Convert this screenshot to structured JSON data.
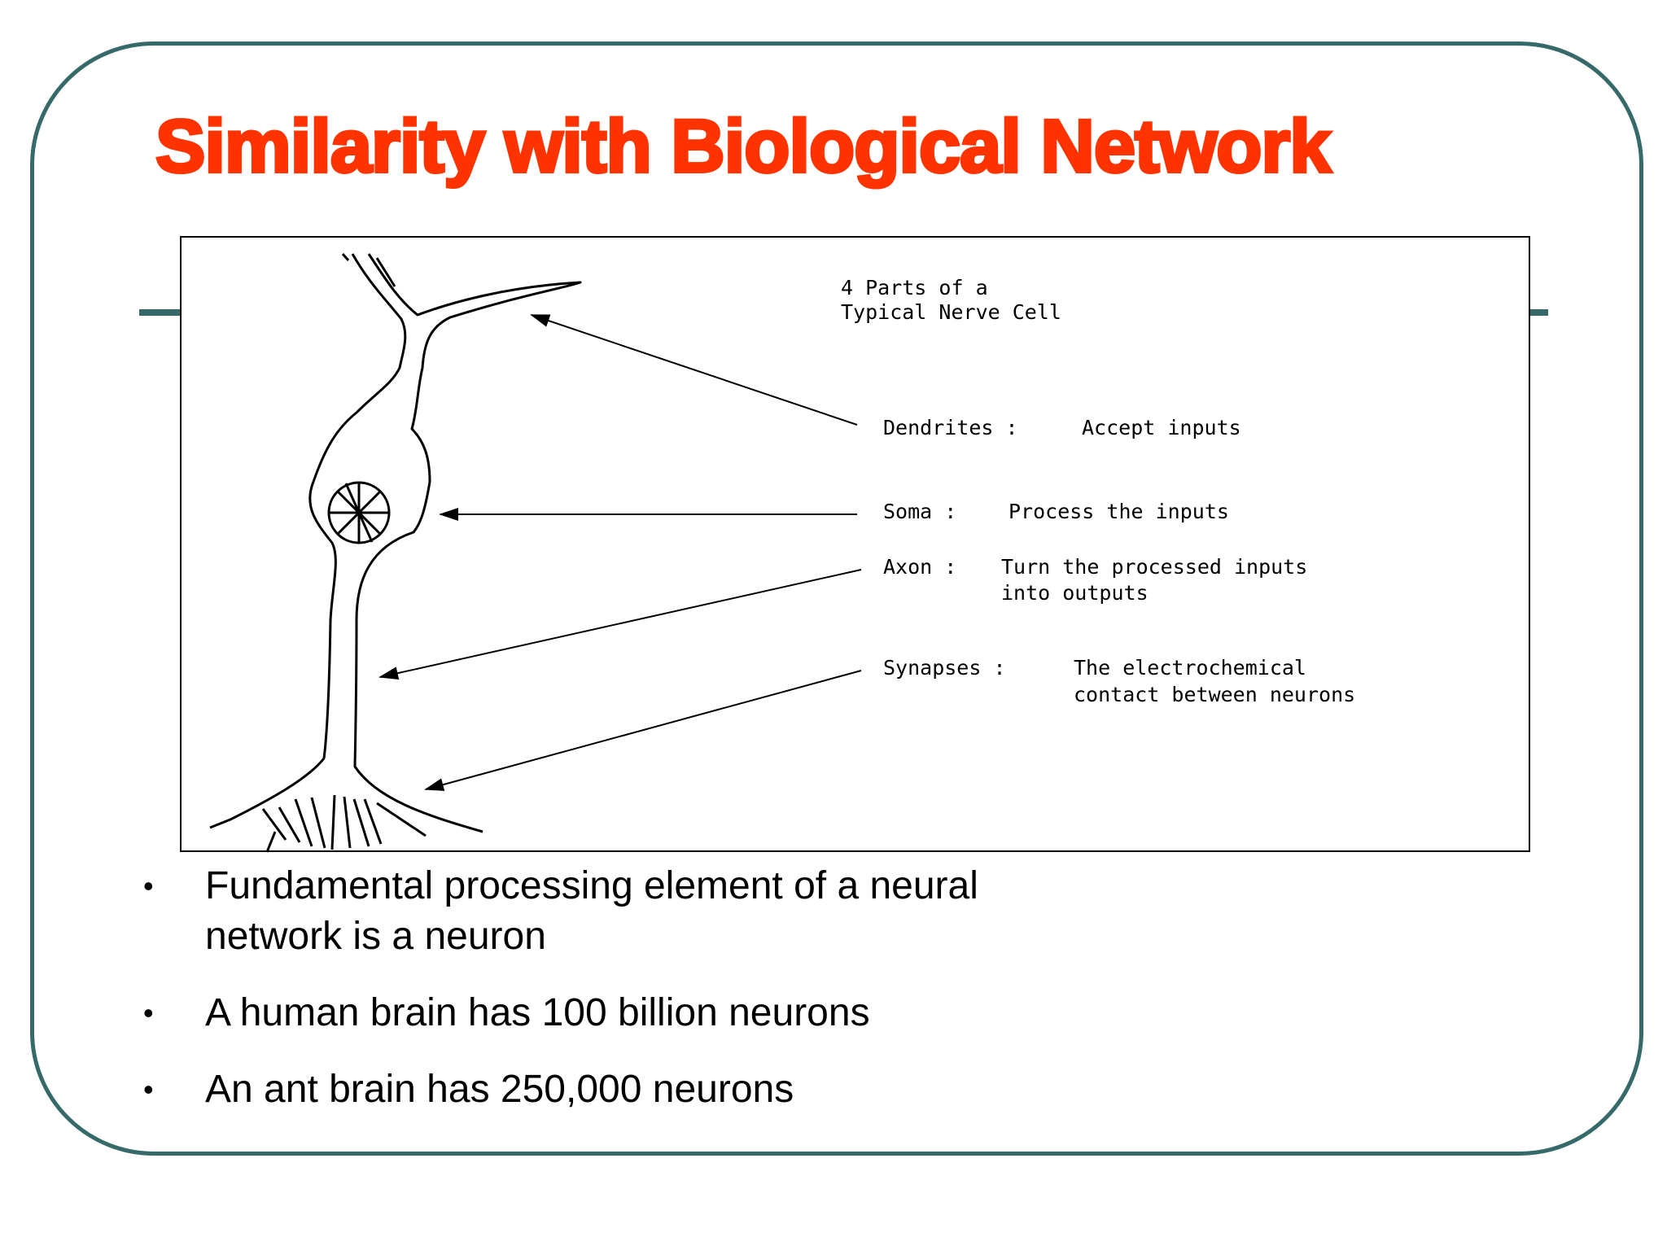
{
  "slide": {
    "title": "Similarity with Biological Network",
    "bullets": [
      "Fundamental processing element of a neural network is a neuron",
      "A human brain has 100 billion neurons",
      "An ant brain has 250,000 neurons"
    ]
  },
  "diagram": {
    "heading": [
      "4  Parts of a",
      "Typical Nerve Cell"
    ],
    "parts": [
      {
        "name": "Dendrites :",
        "description": [
          "Accept inputs"
        ]
      },
      {
        "name": "Soma :",
        "description": [
          "Process the inputs"
        ]
      },
      {
        "name": "Axon :",
        "description": [
          "Turn the processed inputs",
          "into outputs"
        ]
      },
      {
        "name": "Synapses :",
        "description": [
          "The electrochemical",
          "contact between neurons"
        ]
      }
    ]
  },
  "colors": {
    "title": "#ff3300",
    "frame": "#356a69",
    "text": "#000000"
  }
}
